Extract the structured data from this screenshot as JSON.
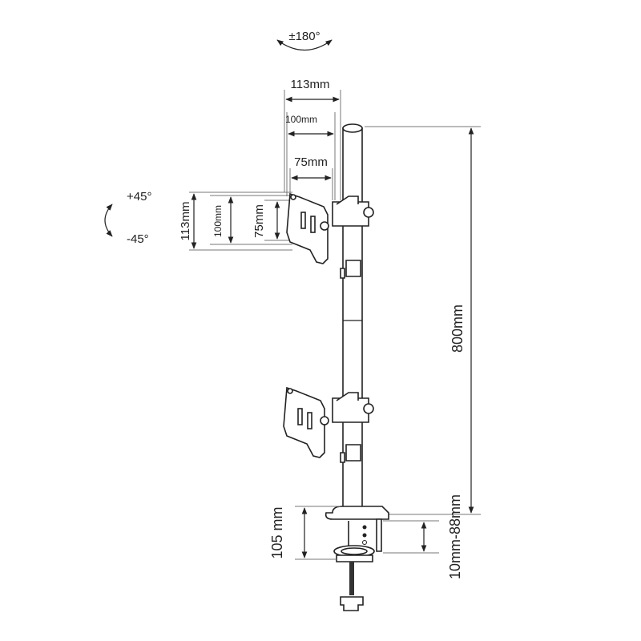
{
  "title": "Monitor mount dimensions diagram",
  "labels": {
    "swivel": "±180°",
    "width_113": "113mm",
    "width_100": "100mm",
    "width_75": "75mm",
    "tilt_up": "+45°",
    "tilt_down": "-45°",
    "height_113": "113mm",
    "height_100": "100mm",
    "height_75": "75mm",
    "pole_height": "800mm",
    "clamp_height": "105 mm",
    "desk_thickness": "10mm-88mm"
  },
  "colors": {
    "line": "#222222",
    "dimension": "#777777"
  }
}
